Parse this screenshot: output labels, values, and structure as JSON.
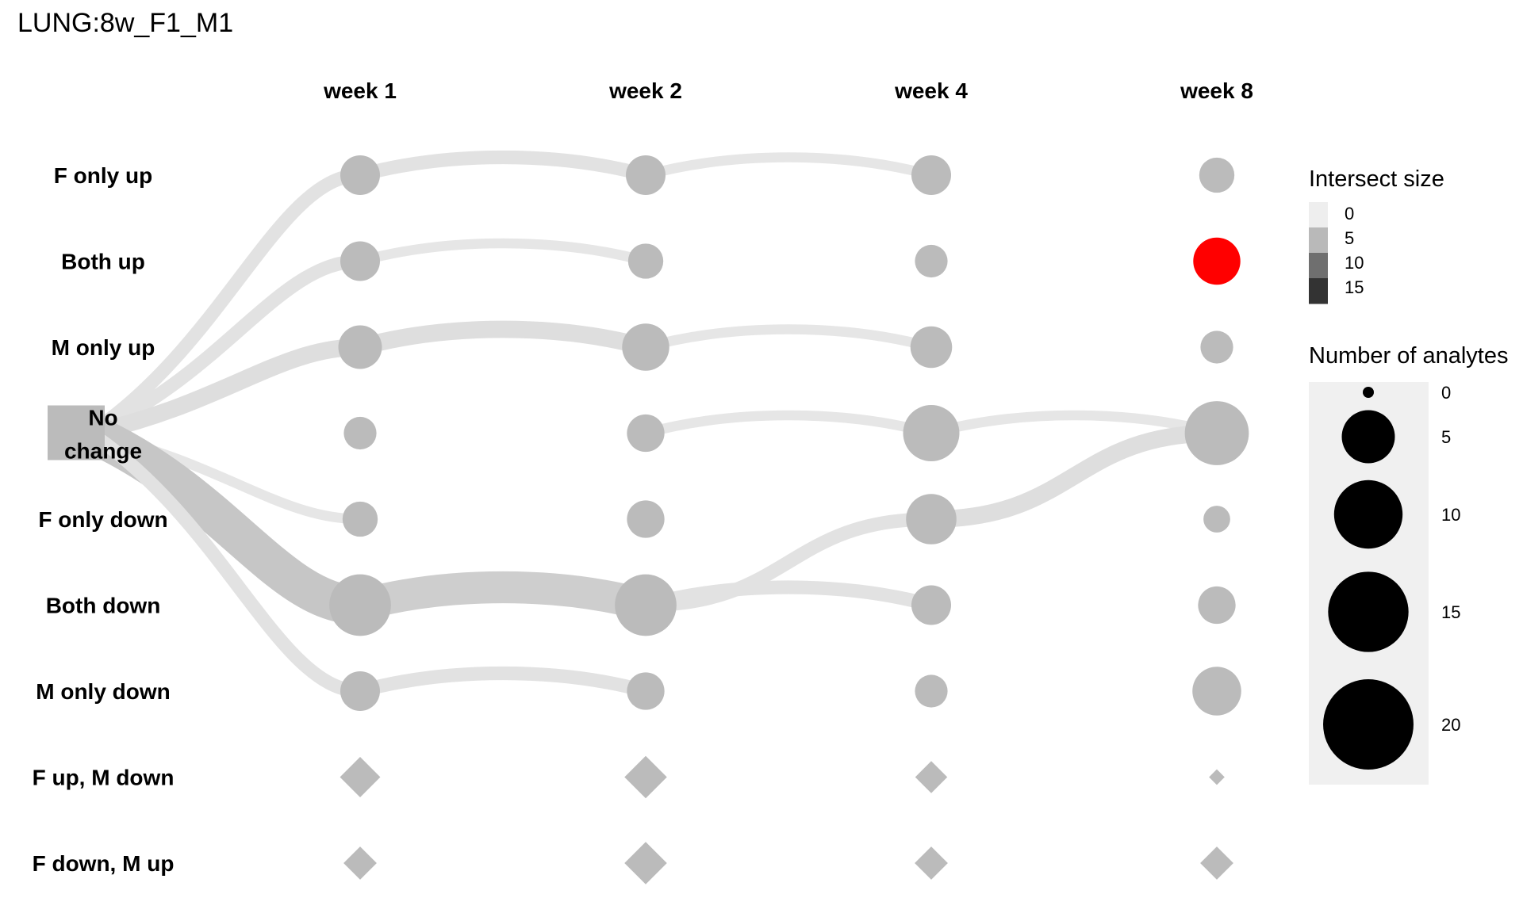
{
  "chart_data": {
    "type": "flow-bubble",
    "title": "LUNG:8w_F1_M1",
    "columns": [
      "week 1",
      "week 2",
      "week 4",
      "week 8"
    ],
    "rows": [
      "F only up",
      "Both up",
      "M only up",
      "No change",
      "F only down",
      "Both down",
      "M only down",
      "F up, M down",
      "F down, M up"
    ],
    "start_node": {
      "label": [
        "No",
        "change"
      ],
      "row": "No change"
    },
    "nodes": [
      {
        "row": "F only up",
        "column": "week 1",
        "size": 4,
        "shape": "circle"
      },
      {
        "row": "F only up",
        "column": "week 2",
        "size": 4,
        "shape": "circle"
      },
      {
        "row": "F only up",
        "column": "week 4",
        "size": 4,
        "shape": "circle"
      },
      {
        "row": "F only up",
        "column": "week 8",
        "size": 3,
        "shape": "circle"
      },
      {
        "row": "Both up",
        "column": "week 1",
        "size": 4,
        "shape": "circle"
      },
      {
        "row": "Both up",
        "column": "week 2",
        "size": 3,
        "shape": "circle"
      },
      {
        "row": "Both up",
        "column": "week 4",
        "size": 2.5,
        "shape": "circle"
      },
      {
        "row": "Both up",
        "column": "week 8",
        "size": 6,
        "shape": "circle",
        "highlight": "#ff0000"
      },
      {
        "row": "M only up",
        "column": "week 1",
        "size": 5,
        "shape": "circle"
      },
      {
        "row": "M only up",
        "column": "week 2",
        "size": 6,
        "shape": "circle"
      },
      {
        "row": "M only up",
        "column": "week 4",
        "size": 4.5,
        "shape": "circle"
      },
      {
        "row": "M only up",
        "column": "week 8",
        "size": 2.5,
        "shape": "circle"
      },
      {
        "row": "No change",
        "column": "week 1",
        "size": 2.5,
        "shape": "circle"
      },
      {
        "row": "No change",
        "column": "week 2",
        "size": 3.5,
        "shape": "circle"
      },
      {
        "row": "No change",
        "column": "week 4",
        "size": 9,
        "shape": "circle"
      },
      {
        "row": "No change",
        "column": "week 8",
        "size": 12,
        "shape": "circle"
      },
      {
        "row": "F only down",
        "column": "week 1",
        "size": 3,
        "shape": "circle"
      },
      {
        "row": "F only down",
        "column": "week 2",
        "size": 3.5,
        "shape": "circle"
      },
      {
        "row": "F only down",
        "column": "week 4",
        "size": 7,
        "shape": "circle"
      },
      {
        "row": "F only down",
        "column": "week 8",
        "size": 1.5,
        "shape": "circle"
      },
      {
        "row": "Both down",
        "column": "week 1",
        "size": 11,
        "shape": "circle"
      },
      {
        "row": "Both down",
        "column": "week 2",
        "size": 11,
        "shape": "circle"
      },
      {
        "row": "Both down",
        "column": "week 4",
        "size": 4,
        "shape": "circle"
      },
      {
        "row": "Both down",
        "column": "week 8",
        "size": 3.5,
        "shape": "circle"
      },
      {
        "row": "M only down",
        "column": "week 1",
        "size": 4,
        "shape": "circle"
      },
      {
        "row": "M only down",
        "column": "week 2",
        "size": 3.5,
        "shape": "circle"
      },
      {
        "row": "M only down",
        "column": "week 4",
        "size": 2.5,
        "shape": "circle"
      },
      {
        "row": "M only down",
        "column": "week 8",
        "size": 6.5,
        "shape": "circle"
      },
      {
        "row": "F up, M down",
        "column": "week 1",
        "size": 0,
        "shape": "diamond",
        "marker": 3.3
      },
      {
        "row": "F up, M down",
        "column": "week 2",
        "size": 0,
        "shape": "diamond",
        "marker": 3.5
      },
      {
        "row": "F up, M down",
        "column": "week 4",
        "size": 0,
        "shape": "diamond",
        "marker": 2.5
      },
      {
        "row": "F up, M down",
        "column": "week 8",
        "size": 0,
        "shape": "diamond",
        "marker": 0.9
      },
      {
        "row": "F down, M up",
        "column": "week 1",
        "size": 0,
        "shape": "diamond",
        "marker": 2.6
      },
      {
        "row": "F down, M up",
        "column": "week 2",
        "size": 0,
        "shape": "diamond",
        "marker": 3.5
      },
      {
        "row": "F down, M up",
        "column": "week 4",
        "size": 0,
        "shape": "diamond",
        "marker": 2.6
      },
      {
        "row": "F down, M up",
        "column": "week 8",
        "size": 0,
        "shape": "diamond",
        "marker": 2.6
      }
    ],
    "flows": [
      {
        "from": "start",
        "to": [
          "F only up",
          "week 1"
        ],
        "value": 2
      },
      {
        "from": "start",
        "to": [
          "Both up",
          "week 1"
        ],
        "value": 2
      },
      {
        "from": "start",
        "to": [
          "M only up",
          "week 1"
        ],
        "value": 3
      },
      {
        "from": "start",
        "to": [
          "F only down",
          "week 1"
        ],
        "value": 1
      },
      {
        "from": "start",
        "to": [
          "Both down",
          "week 1"
        ],
        "value": 9
      },
      {
        "from": "start",
        "to": [
          "M only down",
          "week 1"
        ],
        "value": 2
      },
      {
        "from": [
          "F only up",
          "week 1"
        ],
        "to": [
          "F only up",
          "week 2"
        ],
        "value": 2
      },
      {
        "from": [
          "Both up",
          "week 1"
        ],
        "to": [
          "Both up",
          "week 2"
        ],
        "value": 1
      },
      {
        "from": [
          "M only up",
          "week 1"
        ],
        "to": [
          "M only up",
          "week 2"
        ],
        "value": 3
      },
      {
        "from": [
          "Both down",
          "week 1"
        ],
        "to": [
          "Both down",
          "week 2"
        ],
        "value": 7
      },
      {
        "from": [
          "M only down",
          "week 1"
        ],
        "to": [
          "M only down",
          "week 2"
        ],
        "value": 2
      },
      {
        "from": [
          "F only up",
          "week 2"
        ],
        "to": [
          "F only up",
          "week 4"
        ],
        "value": 1
      },
      {
        "from": [
          "M only up",
          "week 2"
        ],
        "to": [
          "M only up",
          "week 4"
        ],
        "value": 1
      },
      {
        "from": [
          "No change",
          "week 2"
        ],
        "to": [
          "No change",
          "week 4"
        ],
        "value": 1
      },
      {
        "from": [
          "Both down",
          "week 2"
        ],
        "to": [
          "F only down",
          "week 4"
        ],
        "value": 2
      },
      {
        "from": [
          "Both down",
          "week 2"
        ],
        "to": [
          "Both down",
          "week 4"
        ],
        "value": 2
      },
      {
        "from": [
          "No change",
          "week 4"
        ],
        "to": [
          "No change",
          "week 8"
        ],
        "value": 1
      },
      {
        "from": [
          "F only down",
          "week 4"
        ],
        "to": [
          "No change",
          "week 8"
        ],
        "value": 3
      }
    ],
    "legend_intersect": {
      "title": "Intersect size",
      "ticks": [
        "0",
        "5",
        "10",
        "15"
      ],
      "colors": [
        "#eeeeee",
        "#b9b9b9",
        "#6f6f6f",
        "#333333"
      ]
    },
    "legend_size": {
      "title": "Number of analytes",
      "ticks": [
        0,
        5,
        10,
        15,
        20
      ]
    },
    "colors": {
      "node": "#bbbbbb",
      "highlight": "#ff0000",
      "legend_bg": "#f0f0f0",
      "legend_dot": "#000000"
    }
  }
}
